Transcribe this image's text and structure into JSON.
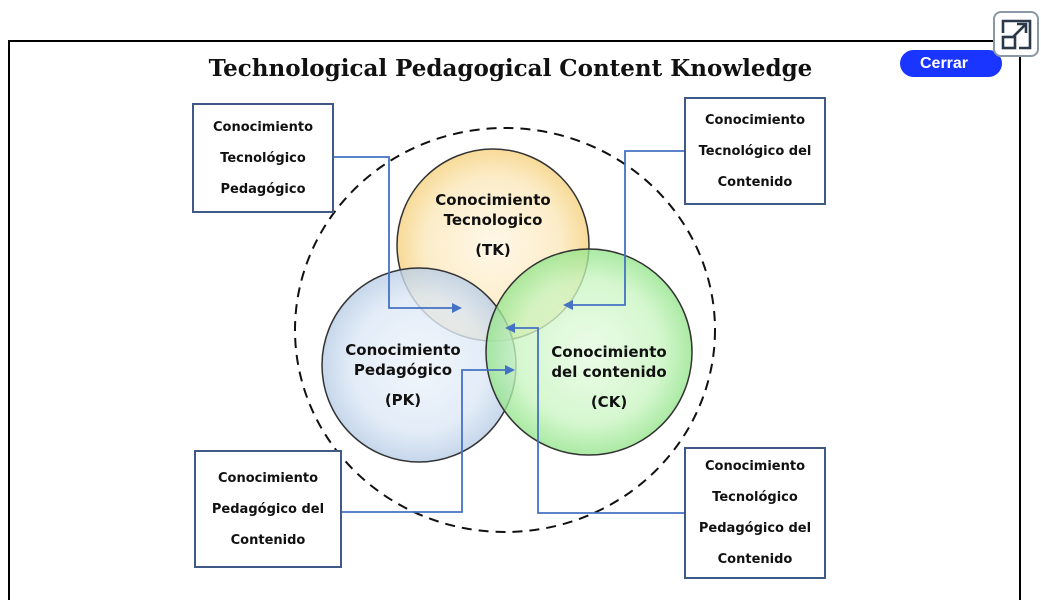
{
  "title": "Technological Pedagogical Content Knowledge",
  "buttons": {
    "close_label": "Cerrar",
    "expand_icon": "expand-icon"
  },
  "circles": {
    "tk": {
      "line1": "Conocimiento",
      "line2": "Tecnologico",
      "abbr": "(TK)",
      "color": "#fbe6b3"
    },
    "pk": {
      "line1": "Conocimiento",
      "line2": "Pedagógico",
      "abbr": "(PK)",
      "color": "#cfe0f3"
    },
    "ck": {
      "line1": "Conocimiento",
      "line2": "del contenido",
      "abbr": "(CK)",
      "color": "#b6f0b0"
    }
  },
  "boxes": {
    "top_left": [
      "Conocimiento",
      "Tecnológico",
      "Pedagógico"
    ],
    "top_right": [
      "Conocimiento",
      "Tecnológico del",
      "Contenido"
    ],
    "bottom_left": [
      "Conocimiento",
      "Pedagógico del",
      "Contenido"
    ],
    "bottom_right": [
      "Conocimiento",
      "Tecnológico",
      "Pedagógico del",
      "Contenido"
    ]
  },
  "colors": {
    "connector": "#4472c4",
    "box_border": "#3f5a86",
    "close_button": "#1a35ff"
  }
}
